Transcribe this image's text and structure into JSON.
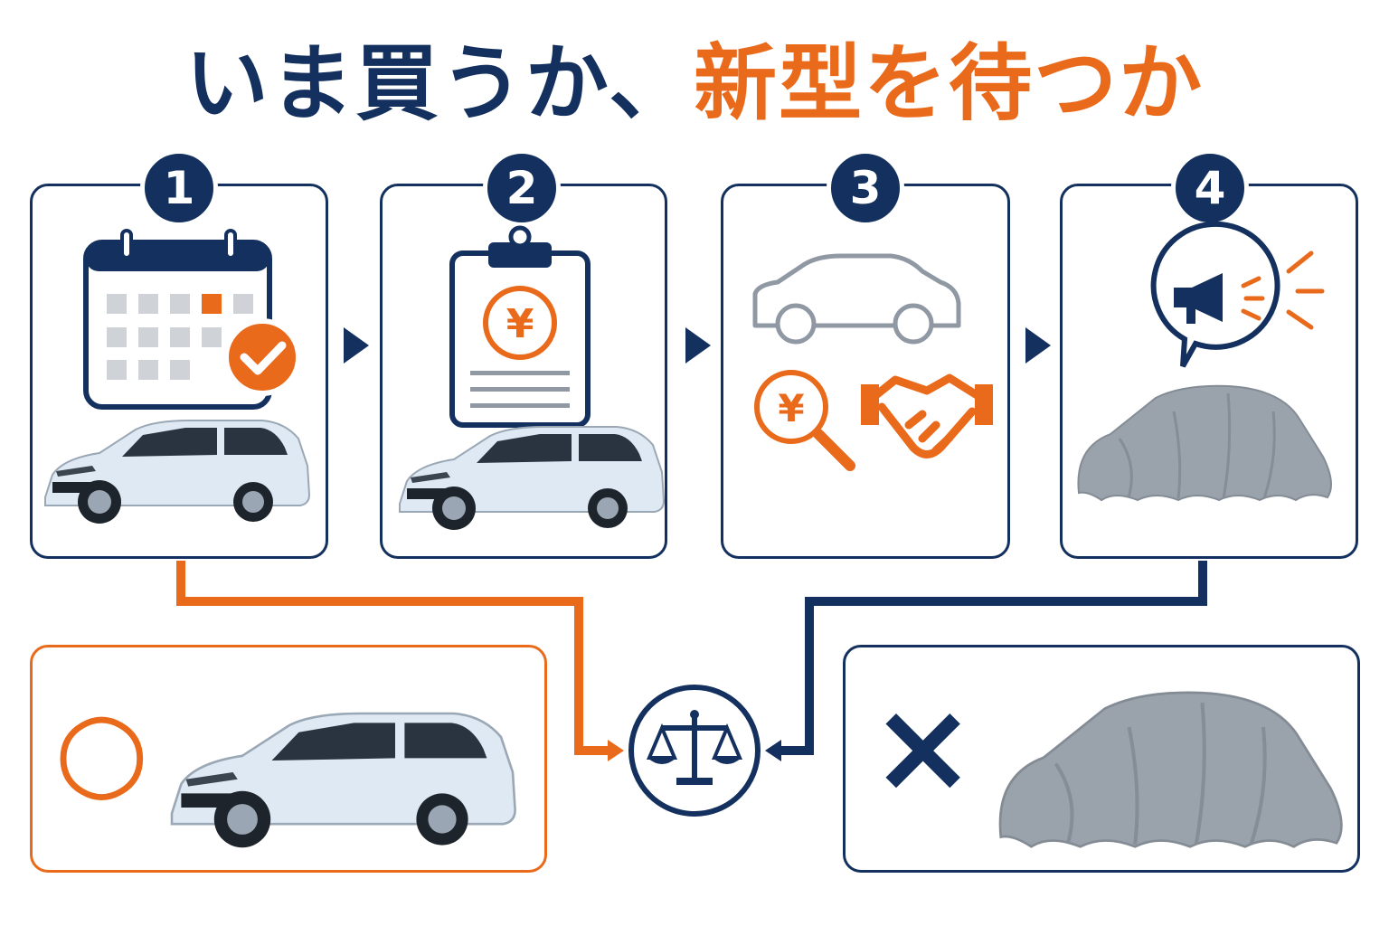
{
  "title": {
    "part1": "いま買うか、",
    "part2": "新型を待つか"
  },
  "steps": [
    {
      "number": "1"
    },
    {
      "number": "2"
    },
    {
      "number": "3"
    },
    {
      "number": "4"
    }
  ],
  "result": {
    "good_symbol": "○",
    "bad_symbol": "×"
  },
  "icons": {
    "calendar": "calendar-check-icon",
    "clipboard": "clipboard-yen-icon",
    "yen_search": "yen-search-icon",
    "handshake": "handshake-icon",
    "megaphone": "megaphone-bubble-icon",
    "scale": "balance-scale-icon"
  },
  "colors": {
    "navy": "#13305e",
    "orange": "#ea6a1c",
    "grey": "#8f98a3"
  }
}
